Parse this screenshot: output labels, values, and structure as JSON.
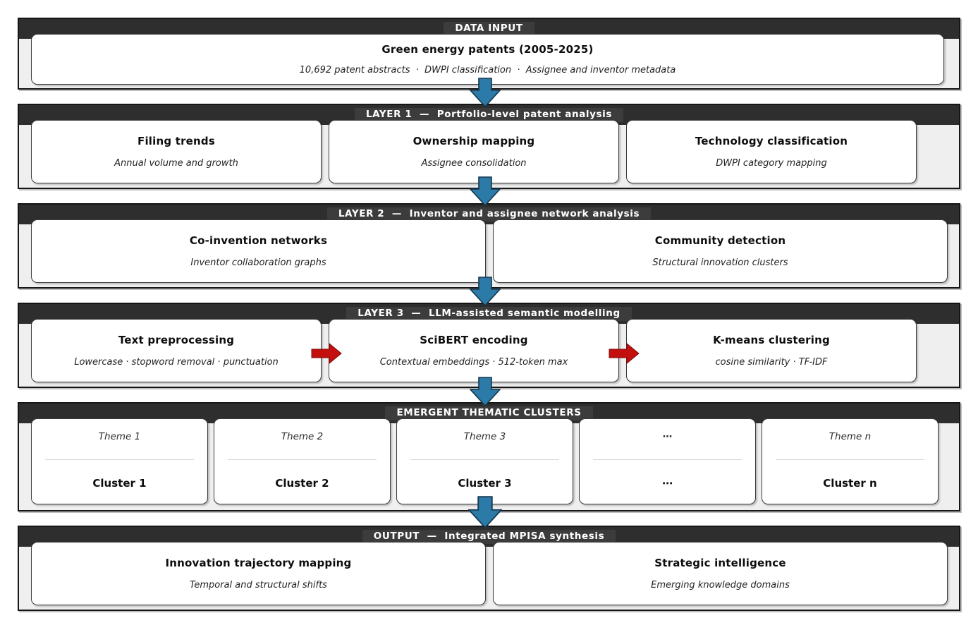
{
  "colors": {
    "header_bar": "#2e2e2e",
    "panel_body": "#efefef",
    "panel_border": "#161616",
    "card_border": "#3b3b3b",
    "down_arrow_fill": "#2b7aa8",
    "down_arrow_outline": "#14374d",
    "right_arrow_fill": "#c40f0f",
    "right_arrow_outline": "#7e0909"
  },
  "icons": {
    "down_arrow": "down-arrow",
    "right_arrow": "right-arrow"
  },
  "sections": [
    {
      "header": "DATA INPUT",
      "cards": [
        {
          "title": "Green energy patents (2005-2025)",
          "subtitle": "10,692 patent abstracts  ·  DWPI classification  ·  Assignee and inventor metadata"
        }
      ]
    },
    {
      "header": "LAYER 1  —  Portfolio-level patent analysis",
      "cards": [
        {
          "title": "Filing trends",
          "subtitle": "Annual volume and growth"
        },
        {
          "title": "Ownership mapping",
          "subtitle": "Assignee consolidation"
        },
        {
          "title": "Technology classification",
          "subtitle": "DWPI category mapping"
        }
      ]
    },
    {
      "header": "LAYER 2  —  Inventor and assignee network analysis",
      "cards": [
        {
          "title": "Co-invention networks",
          "subtitle": "Inventor collaboration graphs"
        },
        {
          "title": "Community detection",
          "subtitle": "Structural innovation clusters"
        }
      ]
    },
    {
      "header": "LAYER 3  —  LLM-assisted semantic modelling",
      "cards": [
        {
          "title": "Text preprocessing",
          "subtitle": "Lowercase · stopword removal · punctuation"
        },
        {
          "title": "SciBERT encoding",
          "subtitle": "Contextual embeddings · 512-token max"
        },
        {
          "title": "K-means clustering",
          "subtitle": "cosine similarity · TF-IDF"
        }
      ]
    },
    {
      "header": "EMERGENT THEMATIC CLUSTERS",
      "cards": [
        {
          "theme": "Theme 1",
          "cluster": "Cluster 1"
        },
        {
          "theme": "Theme 2",
          "cluster": "Cluster 2"
        },
        {
          "theme": "Theme 3",
          "cluster": "Cluster 3"
        },
        {
          "theme": "⋯",
          "cluster": "⋯"
        },
        {
          "theme": "Theme n",
          "cluster": "Cluster n"
        }
      ]
    },
    {
      "header": "OUTPUT  —  Integrated MPISA synthesis",
      "cards": [
        {
          "title": "Innovation trajectory mapping",
          "subtitle": "Temporal and structural shifts"
        },
        {
          "title": "Strategic intelligence",
          "subtitle": "Emerging knowledge domains"
        }
      ]
    }
  ]
}
